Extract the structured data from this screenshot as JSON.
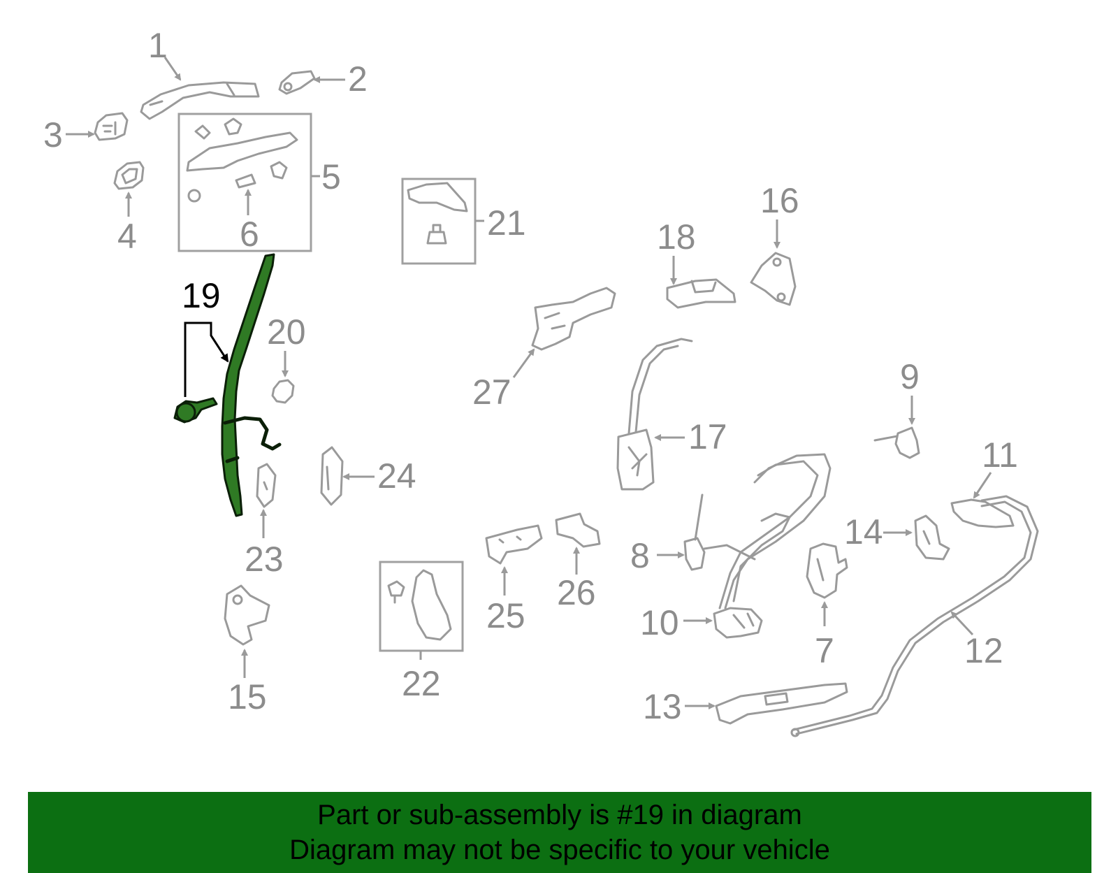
{
  "diagram": {
    "callouts": [
      "1",
      "2",
      "3",
      "4",
      "5",
      "6",
      "7",
      "8",
      "9",
      "10",
      "11",
      "12",
      "13",
      "14",
      "15",
      "16",
      "17",
      "18",
      "19",
      "20",
      "21",
      "22",
      "23",
      "24",
      "25",
      "26",
      "27"
    ],
    "highlighted_part": "19",
    "colors": {
      "highlight_fill": "#2f7a24",
      "part_stroke": "#9a9a9a",
      "label": "#8c8c8c",
      "banner": "#0c6f12"
    }
  },
  "banner": {
    "line1": "Part or sub-assembly is #19 in diagram",
    "line2": "Diagram may not be specific to your vehicle"
  }
}
